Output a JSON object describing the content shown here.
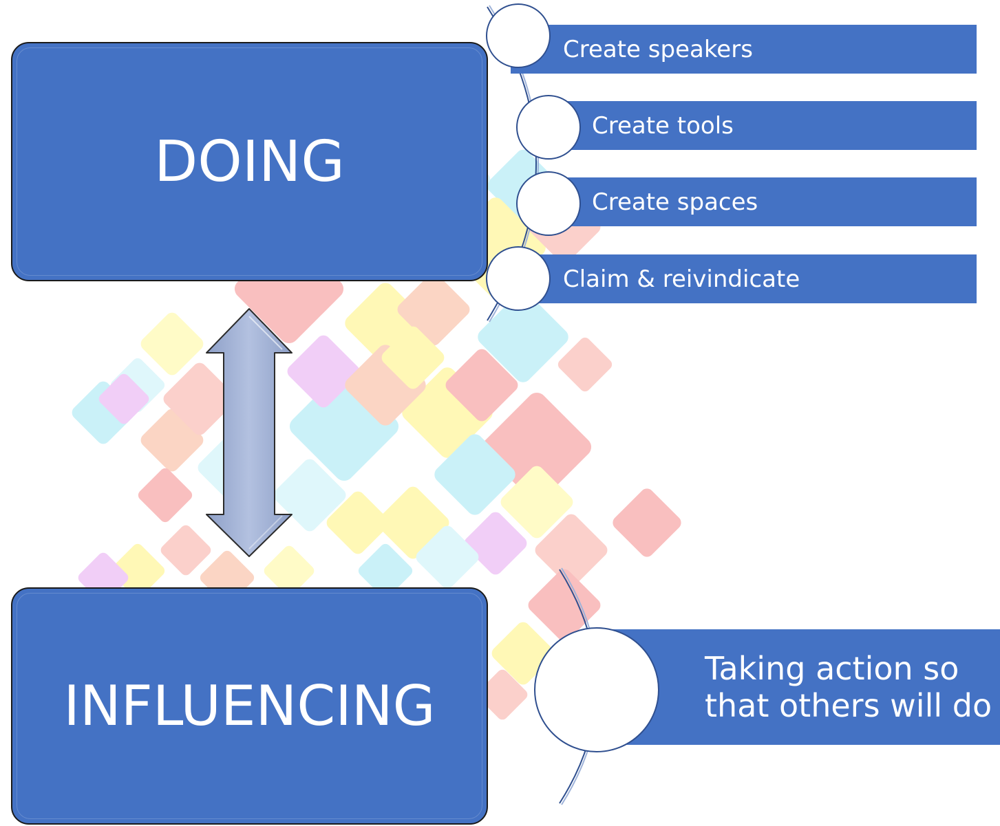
{
  "diagram": {
    "top_box": {
      "label": "DOING"
    },
    "bottom_box": {
      "label": "INFLUENCING"
    },
    "top_items": [
      {
        "label": "Create speakers"
      },
      {
        "label": "Create tools"
      },
      {
        "label": "Create spaces"
      },
      {
        "label": "Claim & reivindicate"
      }
    ],
    "bottom_items": [
      {
        "label": "Taking action so that others will do"
      }
    ],
    "connector": {
      "type": "double-arrow"
    },
    "colors": {
      "box_fill": "#4472c4",
      "box_border": "#1a1a1a",
      "arrow_fill": "#aab8d8",
      "text": "#ffffff"
    }
  }
}
